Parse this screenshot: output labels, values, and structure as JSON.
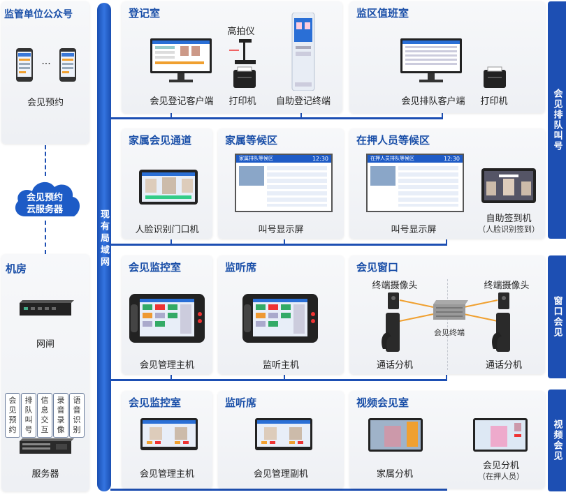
{
  "left": {
    "wechat": {
      "title": "监管单位公众号",
      "ellipsis": "···",
      "label": "会见预约"
    },
    "cloud": {
      "line1": "会见预约",
      "line2": "云服务器"
    },
    "room": {
      "title": "机房",
      "gateway": "网闸",
      "server": "服务器",
      "tags": [
        "会见预约",
        "排队叫号",
        "信息交互",
        "录音录像",
        "语音识别"
      ]
    }
  },
  "lan": {
    "label": "现有局域网"
  },
  "sections": {
    "queue": {
      "label": "会见排队叫号"
    },
    "window": {
      "label": "窗口会见"
    },
    "video": {
      "label": "视频会见"
    }
  },
  "registration": {
    "title": "登记室",
    "camera_label": "高拍仪",
    "client_label": "会见登记客户端",
    "printer_label": "打印机",
    "kiosk_label": "自助登记终端"
  },
  "duty": {
    "title": "监区值班室",
    "client_label": "会见排队客户端",
    "printer_label": "打印机"
  },
  "family_channel": {
    "title": "家属会见通道",
    "label": "人脸识别门口机"
  },
  "family_wait": {
    "title": "家属等候区",
    "label": "叫号显示屏"
  },
  "detainee_wait": {
    "title": "在押人员等候区",
    "label": "叫号显示屏",
    "signin_label": "自助签到机",
    "signin_sub": "（人脸识别签到）"
  },
  "call_screen": {
    "header1": "家属排队等候区",
    "header2": "在押人员排队等候区",
    "time": "12:30"
  },
  "monitor_room": {
    "title": "会见监控室",
    "label": "会见管理主机"
  },
  "listen": {
    "title": "监听席",
    "label": "监听主机"
  },
  "meet_window": {
    "title": "会见窗口",
    "camera_left": "终端摄像头",
    "camera_right": "终端摄像头",
    "terminal": "会见终端",
    "phone_left": "通话分机",
    "phone_right": "通话分机"
  },
  "monitor_room2": {
    "title": "会见监控室",
    "label": "会见管理主机"
  },
  "listen2": {
    "title": "监听席",
    "label": "会见管理副机"
  },
  "video_room": {
    "title": "视频会见室",
    "family_label": "家属分机",
    "meet_label": "会见分机",
    "meet_sub": "（在押人员）"
  },
  "colors": {
    "accent": "#1d4fb3",
    "title": "#1a4fa8",
    "orange": "#f0a030"
  }
}
